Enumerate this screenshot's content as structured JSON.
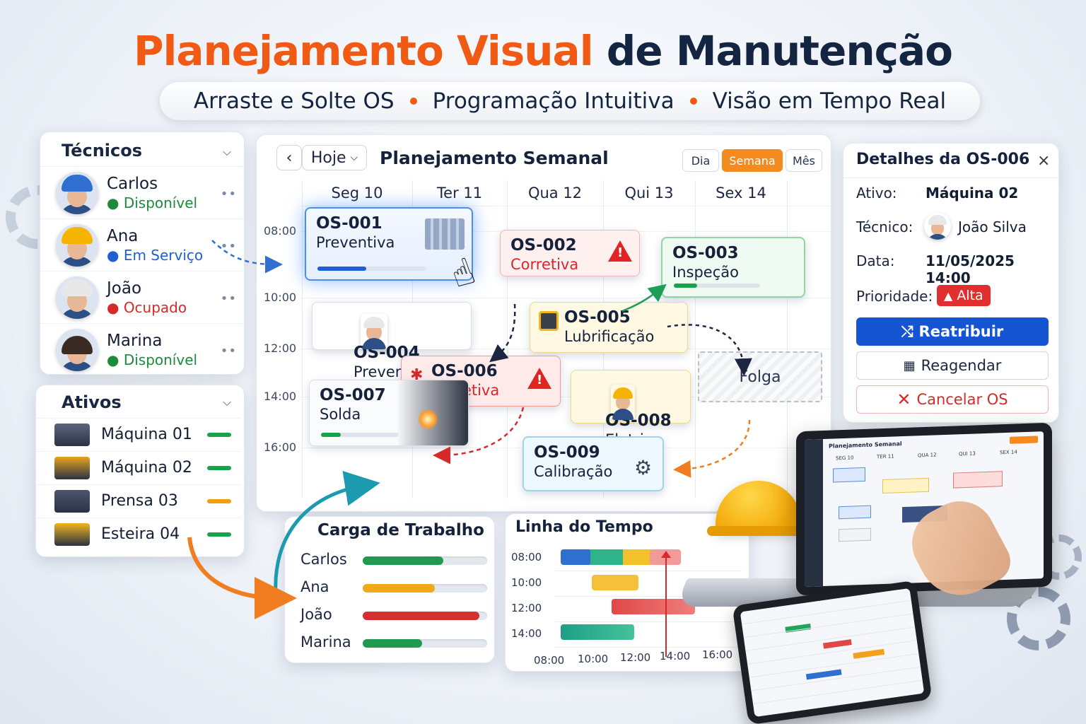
{
  "header": {
    "title_part1": "Planejamento Visual",
    "title_part2": "de Manutenção",
    "features": [
      "Arraste e Solte OS",
      "Programação Intuitiva",
      "Visão em Tempo Real"
    ]
  },
  "technicians": {
    "title": "Técnicos",
    "items": [
      {
        "name": "Carlos",
        "status": "Disponível",
        "status_color": "#1e8a3c",
        "helmet": "#2f6fd0"
      },
      {
        "name": "Ana",
        "status": "Em Serviço",
        "status_color": "#1f5fd6",
        "helmet": "#f4b400"
      },
      {
        "name": "João",
        "status": "Ocupado",
        "status_color": "#d42a2a",
        "helmet": "#e8e8e8"
      },
      {
        "name": "Marina",
        "status": "Disponível",
        "status_color": "#1e8a3c",
        "helmet": "none"
      }
    ]
  },
  "assets": {
    "title": "Ativos",
    "items": [
      {
        "name": "Máquina 01",
        "status_color": "#16a34a"
      },
      {
        "name": "Máquina 02",
        "status_color": "#16a34a"
      },
      {
        "name": "Prensa 03",
        "status_color": "#f59e0b"
      },
      {
        "name": "Esteira 04",
        "status_color": "#16a34a"
      }
    ]
  },
  "calendar": {
    "today_label": "Hoje",
    "title": "Planejamento Semanal",
    "views": [
      "Dia",
      "Semana",
      "Mês"
    ],
    "active_view": "Semana",
    "days": [
      "Seg 10",
      "Ter 11",
      "Qua 12",
      "Qui 13",
      "Sex 14"
    ],
    "times": [
      "08:00",
      "10:00",
      "12:00",
      "14:00",
      "16:00"
    ],
    "orders": [
      {
        "id": "OS-001",
        "type": "Preventiva",
        "progress": 0.45
      },
      {
        "id": "OS-002",
        "type": "Corretiva"
      },
      {
        "id": "OS-003",
        "type": "Inspeção",
        "progress": 0.27
      },
      {
        "id": "OS-004",
        "type": "Preventiva"
      },
      {
        "id": "OS-005",
        "type": "Lubrificação"
      },
      {
        "id": "OS-006",
        "type": "Corretiva"
      },
      {
        "id": "OS-007",
        "type": "Solda",
        "progress": 0.25
      },
      {
        "id": "OS-008",
        "type": "Eletrica"
      },
      {
        "id": "OS-009",
        "type": "Calibração"
      }
    ],
    "slack_label": "Folga"
  },
  "details": {
    "title": "Detalhes da OS-006",
    "asset_label": "Ativo:",
    "asset_value": "Máquina 02",
    "tech_label": "Técnico:",
    "tech_value": "João Silva",
    "date_label": "Data:",
    "date_value": "11/05/2025 14:00",
    "priority_label": "Prioridade:",
    "priority_value": "Alta",
    "btn_reassign": "Reatribuir",
    "btn_reschedule": "Reagendar",
    "btn_cancel": "Cancelar OS"
  },
  "workload": {
    "title": "Carga de Trabalho",
    "items": [
      {
        "name": "Carlos",
        "value": 0.65,
        "color": "#1f9a4e"
      },
      {
        "name": "Ana",
        "value": 0.58,
        "color": "#f1a91a"
      },
      {
        "name": "João",
        "value": 0.94,
        "color": "#d62f2f"
      },
      {
        "name": "Marina",
        "value": 0.48,
        "color": "#1f9a4e"
      }
    ]
  },
  "timeline": {
    "title": "Linha do Tempo",
    "y_labels": [
      "08:00",
      "10:00",
      "12:00",
      "14:00"
    ],
    "x_labels": [
      "08:00",
      "10:00",
      "12:00",
      "14:00",
      "16:00"
    ]
  },
  "laptop": {
    "app_title": "Planejamento Semanal",
    "days": [
      "SEG 10",
      "TER 11",
      "QUA 12",
      "QUI 13",
      "SEX 14"
    ]
  }
}
